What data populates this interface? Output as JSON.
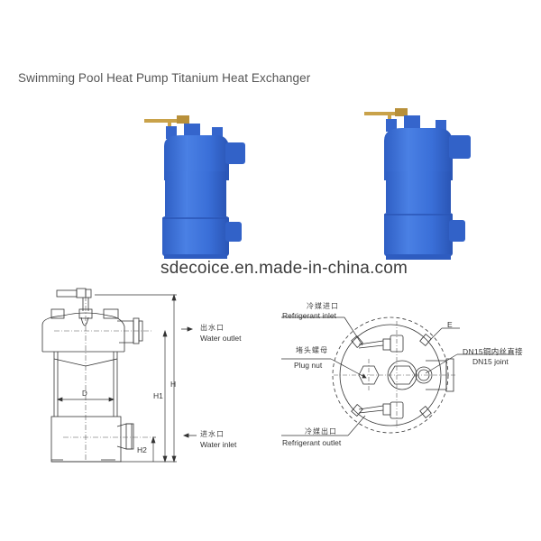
{
  "title": "Swimming Pool Heat Pump Titanium Heat Exchanger",
  "watermark": "sdecoice.en.made-in-china.com",
  "colors": {
    "body_blue": "#3a6fd8",
    "body_blue_dark": "#2c57b8",
    "body_blue_light": "#5a8cea",
    "brass_valve": "#c9a24a",
    "line_drawing": "#333333",
    "title_text": "#555555"
  },
  "photos": [
    {
      "name": "heat-exchanger-photo-1",
      "position": "left"
    },
    {
      "name": "heat-exchanger-photo-2",
      "position": "right"
    }
  ],
  "side_view": {
    "labels": {
      "water_outlet_cn": "出水口",
      "water_outlet_en": "Water outlet",
      "water_inlet_cn": "进水口",
      "water_inlet_en": "Water inlet"
    },
    "dimensions": {
      "diameter": "D",
      "height": "H",
      "height1": "H1",
      "height2": "H2"
    }
  },
  "top_view": {
    "labels": {
      "refrigerant_inlet_cn": "冷媒进口",
      "refrigerant_inlet_en": "Refrigerant inlet",
      "plug_nut_cn": "堵头螺母",
      "plug_nut_en": "Plug nut",
      "refrigerant_outlet_cn": "冷媒出口",
      "refrigerant_outlet_en": "Refrigerant outlet",
      "joint_cn": "DN15铜内丝直接",
      "joint_en": "DN15 joint",
      "mark_e": "E"
    }
  }
}
